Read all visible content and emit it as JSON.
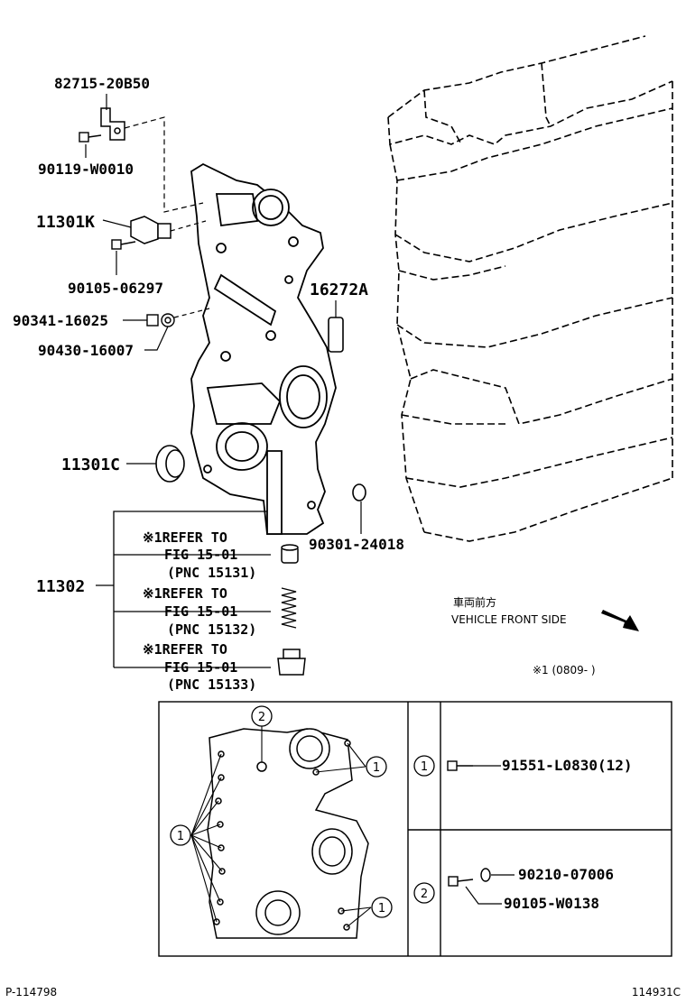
{
  "parts": {
    "p82715": "82715-20B50",
    "p90119": "90119-W0010",
    "p11301K": "11301K",
    "p90105a": "90105-06297",
    "p16272A": "16272A",
    "p90341": "90341-16025",
    "p90430": "90430-16007",
    "p11301C": "11301C",
    "p90301": "90301-24018",
    "p11302": "11302"
  },
  "references": [
    {
      "mark": "※1",
      "line1": "REFER TO",
      "line2": "FIG 15-01",
      "line3": "(PNC 15131)"
    },
    {
      "mark": "※1",
      "line1": "REFER TO",
      "line2": "FIG 15-01",
      "line3": "(PNC 15132)"
    },
    {
      "mark": "※1",
      "line1": "REFER TO",
      "line2": "FIG 15-01",
      "line3": "(PNC 15133)"
    }
  ],
  "direction": {
    "jp": "車両前方",
    "en": "VEHICLE FRONT SIDE"
  },
  "note": "※1 (0809-      )",
  "legend": {
    "callout1": "1",
    "callout2": "2",
    "row1_part": "91551-L0830(12)",
    "row2_part_a": "90210-07006",
    "row2_part_b": "90105-W0138"
  },
  "footer": {
    "left": "P-114798",
    "right": "114931C"
  }
}
